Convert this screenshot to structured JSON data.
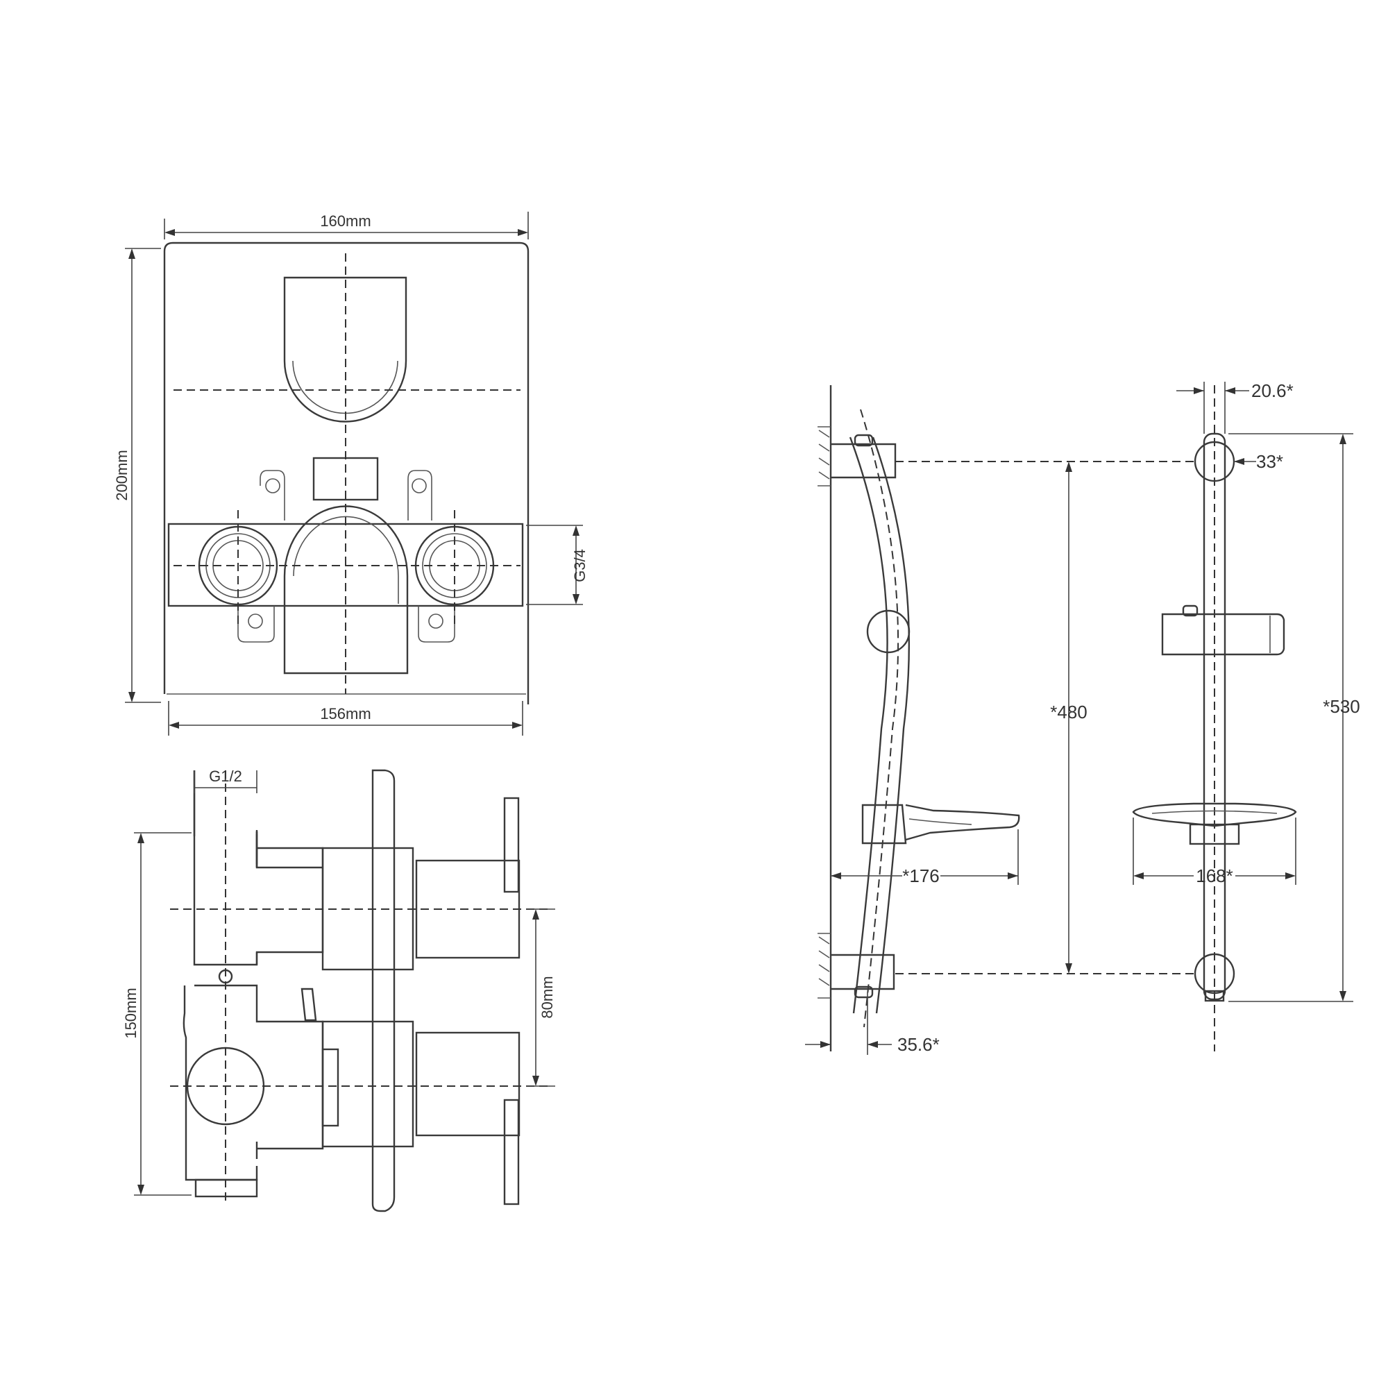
{
  "valve_front_view": {
    "width_top": "160mm",
    "height": "200mm",
    "width_bottom": "156mm",
    "inlet_thread": "G3/4"
  },
  "valve_side_view": {
    "outlet_thread": "G1/2",
    "depth": "150mm",
    "spindle_spacing": "80mm"
  },
  "slide_rail": {
    "bar_diameter": "20.6*",
    "bracket_diameter": "33*",
    "fixing_centres": "*480",
    "overall_length": "*530",
    "soap_dish_projection": "*176",
    "soap_dish_width": "168*",
    "wall_offset": "35.6*"
  }
}
